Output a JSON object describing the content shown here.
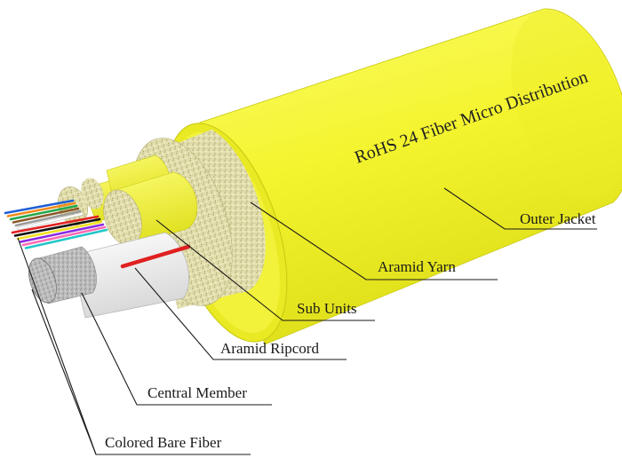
{
  "jacket_text": "RoHS 24 Fiber Micro Distribution",
  "labels": {
    "outer_jacket": "Outer Jacket",
    "aramid_yarn": "Aramid Yarn",
    "sub_units": "Sub Units",
    "aramid_ripcord": "Aramid Ripcord",
    "central_member": "Central Member",
    "colored_bare_fiber": "Colored Bare Fiber"
  },
  "colors": {
    "jacket": "#f5f533",
    "jacket_shadow": "#d9d914",
    "aramid": "#e0dcaa",
    "ripcord": "#e02020",
    "central_member": "#b9b9b9"
  },
  "fiber_colors": [
    "#1f5fd6",
    "#f08a1a",
    "#22a84a",
    "#8b5a2b",
    "#9a9a9a",
    "#ffffff",
    "#e02020",
    "#111111",
    "#f0e020",
    "#8a2be2",
    "#ff69b4",
    "#21c7c7"
  ]
}
